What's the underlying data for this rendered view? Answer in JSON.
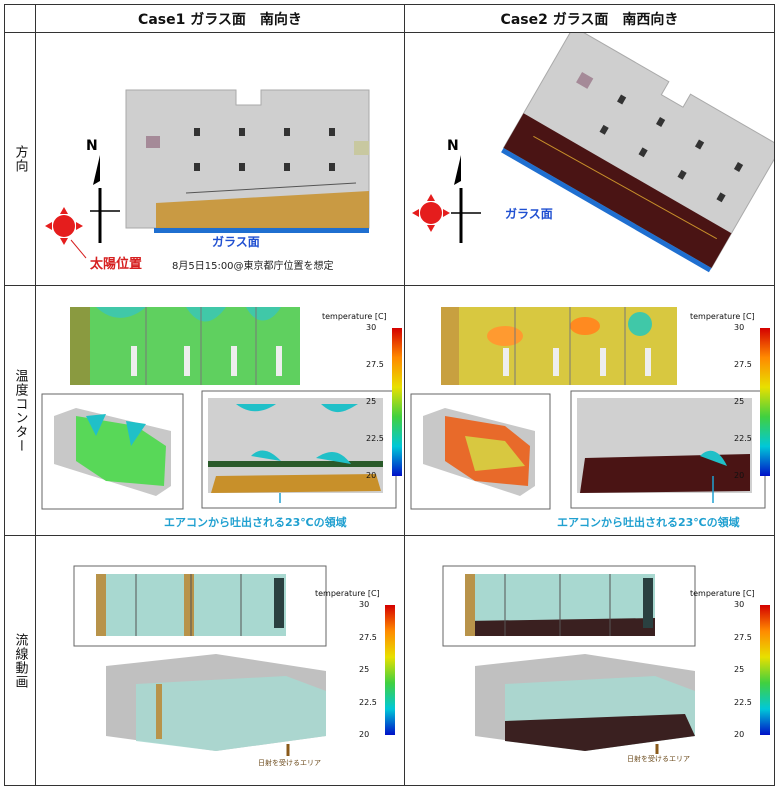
{
  "headers": {
    "case1": "Case1 ガラス面　南向き",
    "case2": "Case2 ガラス面　南西向き"
  },
  "rows": {
    "orientation": "方向",
    "temperature": "温度コンター",
    "streamline": "流線動画"
  },
  "orientation": {
    "north": "N",
    "glass_label": "ガラス面",
    "sun_label": "太陽位置",
    "condition": "8月5日15:00@東京都庁位置を想定"
  },
  "colorbar": {
    "title": "temperature [C]",
    "ticks": [
      "30",
      "27.5",
      "25",
      "22.5",
      "20"
    ]
  },
  "temperature": {
    "ac_note": "エアコンから吐出される23℃の領域"
  },
  "streamline": {
    "sunlit_area": "日射を受けるエリア"
  },
  "colors": {
    "glass": "#1f6fd0",
    "floor_case1": "#c8902a",
    "floor_case2": "#4a1414",
    "room": "#c9c9c9",
    "annotation": "#20a0d0",
    "sun": "#e51d1d"
  }
}
